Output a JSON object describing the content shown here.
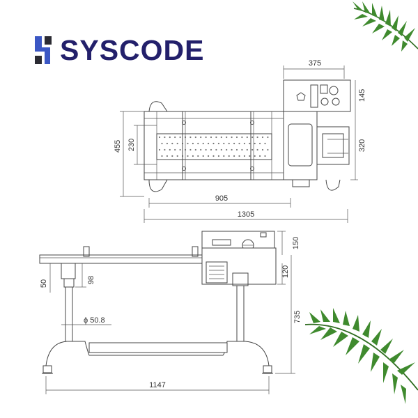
{
  "brand": {
    "name": "SYSCODE",
    "colors": {
      "primary": "#23206b",
      "accent": "#3b57c4",
      "dark": "#2b2b33"
    }
  },
  "top_view": {
    "dimensions": {
      "width_total": "1305",
      "belt_length": "905",
      "overall_depth": "455",
      "belt_width": "230",
      "controller_width": "375",
      "controller_depth": "145",
      "bracket_depth": "320"
    }
  },
  "side_view": {
    "dimensions": {
      "controller_height": "150",
      "head_height": "120",
      "total_height": "735",
      "length": "1147",
      "post_diameter": "ϕ 50.8",
      "belt_offset": "50",
      "clamp_height": "98"
    }
  },
  "decor": {
    "leaf_color": "#3f8a2e",
    "leaf_color_dark": "#2d6b1f"
  }
}
